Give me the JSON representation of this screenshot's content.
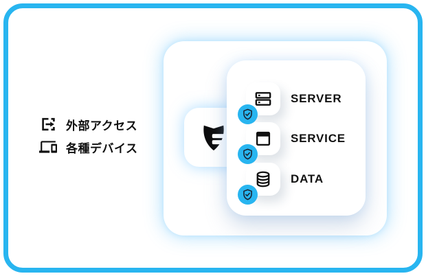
{
  "colors": {
    "accent_cyan": "#28b5f0",
    "text_dark": "#111111",
    "badge_glyph_dark": "#1a2433",
    "zone_glow": "#bfe6ff"
  },
  "left_panel": {
    "items": [
      {
        "icon": "external-access-icon",
        "label": "外部アクセス"
      },
      {
        "icon": "devices-icon",
        "label": "各種デバイス"
      }
    ]
  },
  "protection_zone": {
    "logo_icon": "shield-logo",
    "items": [
      {
        "icon": "server-icon",
        "label": "SERVER",
        "badge_icon": "shield-check-icon"
      },
      {
        "icon": "service-icon",
        "label": "SERVICE",
        "badge_icon": "shield-check-icon"
      },
      {
        "icon": "database-icon",
        "label": "DATA",
        "badge_icon": "shield-check-icon"
      }
    ]
  }
}
